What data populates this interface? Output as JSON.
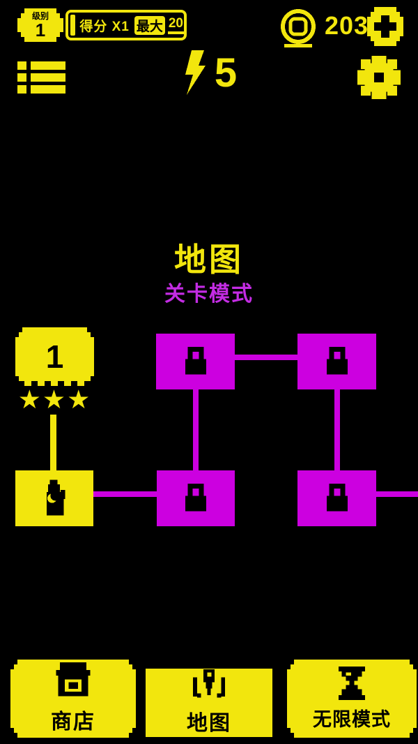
{
  "colors": {
    "background": "#000000",
    "yellow": "#F2E60D",
    "magenta": "#CC00E0",
    "magenta_text": "#C32CE3"
  },
  "hud": {
    "level": {
      "label": "级别",
      "value": "1"
    },
    "score": {
      "prefix": "得分 X1",
      "max_label": "最大",
      "max_value": "20"
    },
    "coins": {
      "value": "203"
    },
    "energy": {
      "value": "5"
    }
  },
  "header": {
    "title": "地图",
    "subtitle": "关卡模式"
  },
  "map": {
    "level1": {
      "number": "1",
      "stars": "★★★"
    },
    "locked_nodes": 4
  },
  "footer": {
    "shop": {
      "label": "商店"
    },
    "map": {
      "label": "地图"
    },
    "infinite": {
      "label": "无限模式"
    }
  },
  "icons": {
    "coin": "coin-icon",
    "plus": "plus-icon",
    "menu": "list-menu-icon",
    "lightning": "lightning-icon",
    "settings": "gear-icon",
    "lock": "padlock-icon",
    "player": "bottle-marker-icon",
    "shop": "storefront-icon",
    "map": "map-pin-icon",
    "infinite": "hourglass-icon"
  }
}
